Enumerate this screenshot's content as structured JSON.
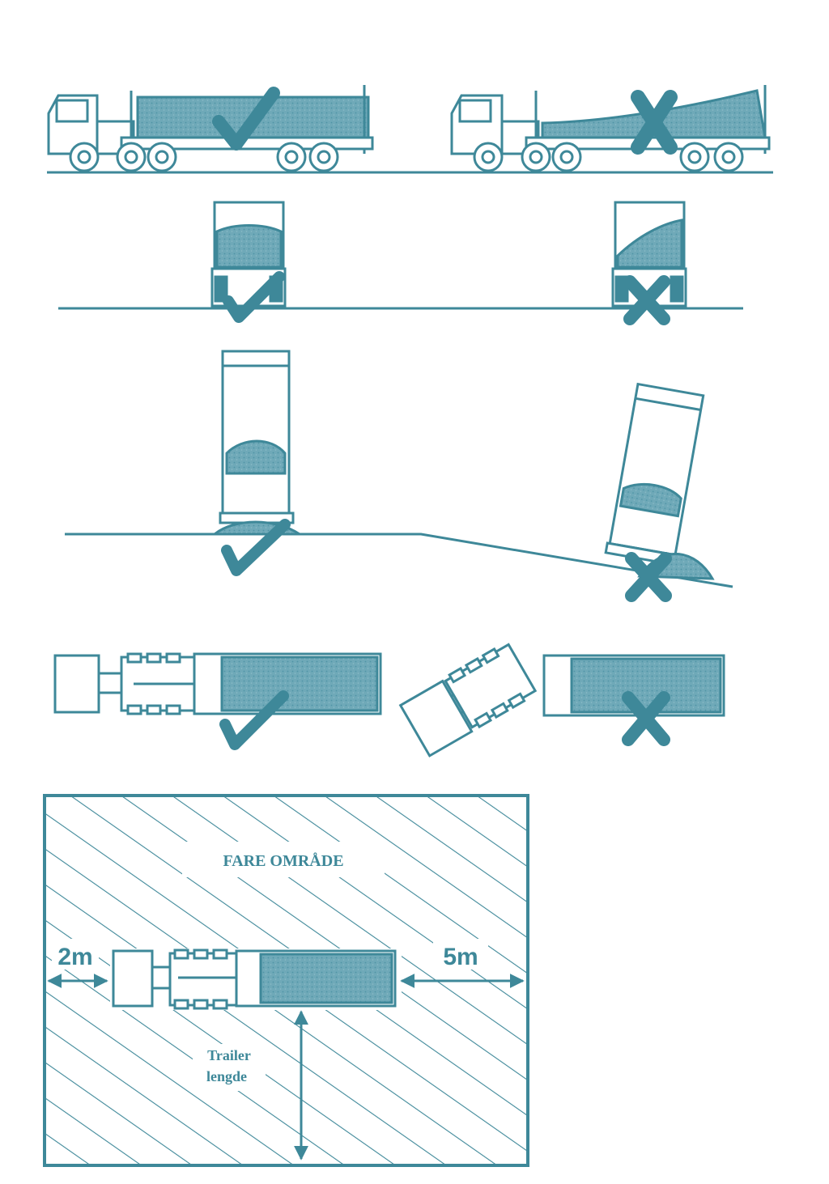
{
  "colors": {
    "line": "#3e8899",
    "fill": "#6fa9b8",
    "mark": "#3e8899",
    "background": "#ffffff"
  },
  "icons": [
    "check-mark-icon",
    "cross-mark-icon"
  ],
  "danger_zone": {
    "title": "FARE OMRÅDE",
    "left_clearance": "2m",
    "rear_clearance": "5m",
    "side_label_line1": "Trailer",
    "side_label_line2": "lengde"
  }
}
